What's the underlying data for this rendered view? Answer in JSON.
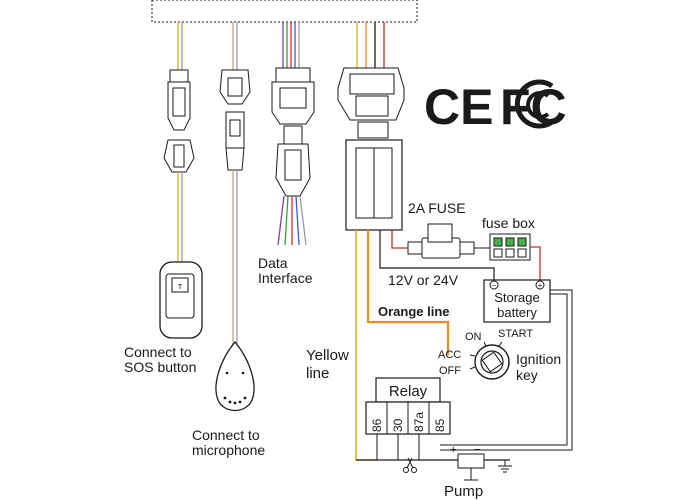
{
  "labels": {
    "sos": [
      "Connect to",
      "SOS button"
    ],
    "microphone": [
      "Connect to",
      "microphone"
    ],
    "data_interface": [
      "Data",
      "Interface"
    ],
    "yellow_line": [
      "Yellow",
      "line"
    ],
    "orange_line": "Orange line",
    "fuse": "2A FUSE",
    "fuse_box": "fuse box",
    "voltage": "12V or 24V",
    "battery": [
      "Storage",
      "battery"
    ],
    "battery_minus": "−",
    "battery_plus": "+",
    "ignition": [
      "Ignition",
      "key"
    ],
    "ignition_positions": {
      "on": "ON",
      "start": "START",
      "acc": "ACC",
      "off": "OFF"
    },
    "relay": "Relay",
    "relay_pins": [
      "86",
      "30",
      "87a",
      "85"
    ],
    "pump": "Pump",
    "pump_plus": "+",
    "pump_minus": "−",
    "sos_button_glyph": "ᴛ"
  },
  "logos": {
    "ce": "CE",
    "fcc": "FC"
  },
  "colors": {
    "line": "#1a1a1a",
    "yellow": "#e0b020",
    "orange": "#f08a1c",
    "red": "#d22b2b",
    "green": "#3c9a3c",
    "blue": "#3c5bd6",
    "purple": "#8a3ca0",
    "gray": "#9a9a9a",
    "brown": "#8a5a2a",
    "fuse_green": "#4caf50"
  }
}
